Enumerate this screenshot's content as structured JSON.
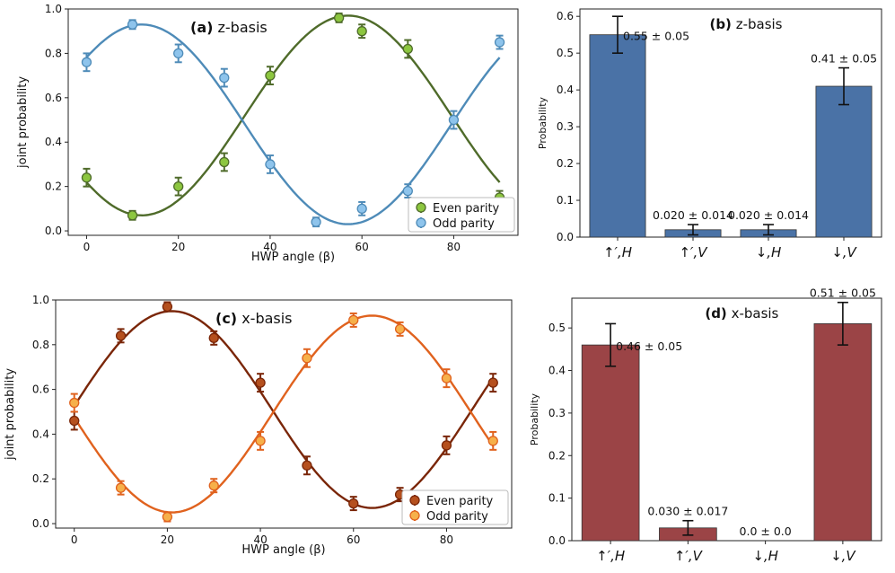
{
  "chart_data": [
    {
      "type": "scatter",
      "panel_label": "(a)",
      "title": "z-basis",
      "xlabel": "HWP angle (β)",
      "ylabel": "joint probability",
      "xlim": [
        -4,
        94
      ],
      "ylim": [
        -0.02,
        1.0
      ],
      "xticks": [
        "0",
        "20",
        "40",
        "60",
        "80"
      ],
      "yticks": [
        "0.0",
        "0.2",
        "0.4",
        "0.6",
        "0.8",
        "1.0"
      ],
      "legend_position": "lower right",
      "series": [
        {
          "name": "Even parity",
          "color": "#4f6b2a",
          "marker_color": "#8cc63f",
          "x": [
            0,
            10,
            20,
            30,
            40,
            55,
            60,
            70,
            90
          ],
          "y": [
            0.24,
            0.07,
            0.2,
            0.31,
            0.7,
            0.96,
            0.9,
            0.82,
            0.15
          ],
          "err": [
            0.04,
            0.02,
            0.04,
            0.04,
            0.04,
            0.02,
            0.03,
            0.04,
            0.03
          ],
          "fit": {
            "offset": 0.52,
            "amp": 0.45,
            "period": 90,
            "phase_deg": 57
          }
        },
        {
          "name": "Odd parity",
          "color": "#4e8bb8",
          "marker_color": "#8ec4ec",
          "x": [
            0,
            10,
            20,
            30,
            40,
            50,
            60,
            70,
            80,
            90
          ],
          "y": [
            0.76,
            0.93,
            0.8,
            0.69,
            0.3,
            0.04,
            0.1,
            0.18,
            0.5,
            0.85
          ],
          "err": [
            0.04,
            0.02,
            0.04,
            0.04,
            0.04,
            0.02,
            0.03,
            0.03,
            0.04,
            0.03
          ],
          "fit": {
            "offset": 0.48,
            "amp": -0.45,
            "period": 90,
            "phase_deg": 57
          }
        }
      ]
    },
    {
      "type": "bar",
      "panel_label": "(b)",
      "title": "z-basis",
      "ylabel": "Probability",
      "ylim": [
        0,
        0.62
      ],
      "yticks": [
        "0.0",
        "0.1",
        "0.2",
        "0.3",
        "0.4",
        "0.5",
        "0.6"
      ],
      "color": "#4a72a6",
      "categories": [
        "↑′,H",
        "↑′,V",
        "↓,H",
        "↓,V"
      ],
      "values": [
        0.55,
        0.02,
        0.02,
        0.41
      ],
      "errors": [
        0.05,
        0.014,
        0.014,
        0.05
      ],
      "value_labels": [
        "0.55 ± 0.05",
        "0.020 ± 0.014",
        "0.020 ± 0.014",
        "0.41 ± 0.05"
      ]
    },
    {
      "type": "scatter",
      "panel_label": "(c)",
      "title": "x-basis",
      "xlabel": "HWP angle (β)",
      "ylabel": "joint probability",
      "xlim": [
        -4,
        94
      ],
      "ylim": [
        -0.02,
        1.0
      ],
      "xticks": [
        "0",
        "20",
        "40",
        "60",
        "80"
      ],
      "yticks": [
        "0.0",
        "0.2",
        "0.4",
        "0.6",
        "0.8",
        "1.0"
      ],
      "legend_position": "lower right",
      "series": [
        {
          "name": "Even parity",
          "color": "#7a2608",
          "marker_color": "#b5501e",
          "x": [
            0,
            10,
            20,
            30,
            40,
            50,
            60,
            70,
            80,
            90
          ],
          "y": [
            0.46,
            0.84,
            0.97,
            0.83,
            0.63,
            0.26,
            0.09,
            0.13,
            0.35,
            0.63
          ],
          "err": [
            0.04,
            0.03,
            0.02,
            0.03,
            0.04,
            0.04,
            0.03,
            0.03,
            0.04,
            0.04
          ],
          "fit": {
            "offset": 0.51,
            "amp": 0.44,
            "period": 86,
            "phase_deg": 21
          }
        },
        {
          "name": "Odd parity",
          "color": "#e0621e",
          "marker_color": "#f6b04a",
          "x": [
            0,
            10,
            20,
            30,
            40,
            50,
            60,
            70,
            80,
            90
          ],
          "y": [
            0.54,
            0.16,
            0.03,
            0.17,
            0.37,
            0.74,
            0.91,
            0.87,
            0.65,
            0.37
          ],
          "err": [
            0.04,
            0.03,
            0.02,
            0.03,
            0.04,
            0.04,
            0.03,
            0.03,
            0.04,
            0.04
          ],
          "fit": {
            "offset": 0.49,
            "amp": -0.44,
            "period": 86,
            "phase_deg": 21
          }
        }
      ]
    },
    {
      "type": "bar",
      "panel_label": "(d)",
      "title": "x-basis",
      "ylabel": "Probability",
      "ylim": [
        0,
        0.57
      ],
      "yticks": [
        "0.0",
        "0.1",
        "0.2",
        "0.3",
        "0.4",
        "0.5"
      ],
      "color": "#9b4446",
      "categories": [
        "↑′,H",
        "↑′,V",
        "↓,H",
        "↓,V"
      ],
      "values": [
        0.46,
        0.03,
        0.0,
        0.51
      ],
      "errors": [
        0.05,
        0.017,
        0.0,
        0.05
      ],
      "value_labels": [
        "0.46 ± 0.05",
        "0.030 ± 0.017",
        "0.0 ± 0.0",
        "0.51 ± 0.05"
      ]
    }
  ]
}
